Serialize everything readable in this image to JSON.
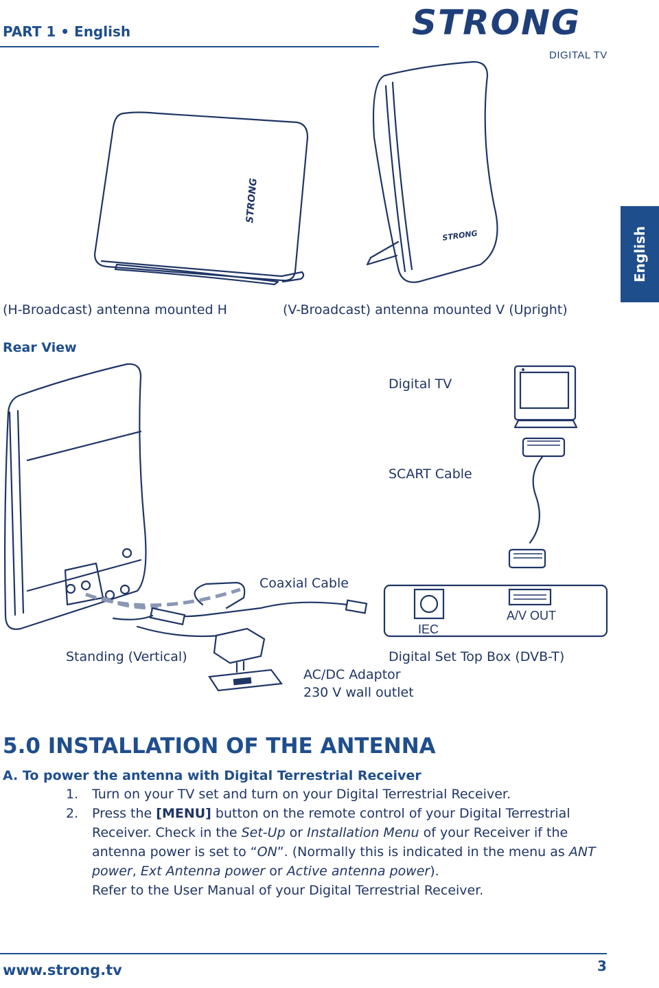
{
  "header": {
    "part_label": "PART 1 • English",
    "logo_text": "STRONG",
    "logo_subtitle": "DIGITAL TV"
  },
  "side_tab": {
    "label": "English"
  },
  "captions": {
    "horizontal": "(H-Broadcast) antenna mounted H",
    "vertical": "(V-Broadcast) antenna mounted V (Upright)",
    "rear_view": "Rear View",
    "digital_tv": "Digital TV",
    "scart_cable": "SCART Cable",
    "coaxial_cable": "Coaxial Cable",
    "iec": "IEC",
    "av_out": "A/V OUT",
    "standing": "Standing (Vertical)",
    "set_top_box": "Digital Set Top Box (DVB-T)",
    "adaptor": "AC/DC Adaptor",
    "wall_outlet": "230 V wall outlet"
  },
  "section": {
    "title": "5.0 INSTALLATION OF THE ANTENNA",
    "subtitle": "A. To power the antenna with Digital Terrestrial Receiver",
    "steps": [
      {
        "num": "1.",
        "text": "Turn on your TV set and turn on your Digital Terrestrial Receiver."
      },
      {
        "num": "2.",
        "text_parts": {
          "a": "Press the ",
          "menu": "[MENU]",
          "b": " button on the remote control of your Digital Terrestrial Receiver. Check in the ",
          "setup": "Set-Up",
          "c": " or ",
          "install": "Installation Menu",
          "d": " of your Receiver if the antenna power is set to “",
          "on": "ON",
          "e": "”. (Normally this is indicated in the menu as ",
          "ant": "ANT power",
          "f": ", ",
          "ext": "Ext Antenna power",
          "g": " or ",
          "active": "Active antenna power",
          "h": ").",
          "refer": "Refer to the User Manual of your Digital Terrestrial Receiver."
        }
      }
    ]
  },
  "footer": {
    "url": "www.strong.tv",
    "page_number": "3"
  }
}
